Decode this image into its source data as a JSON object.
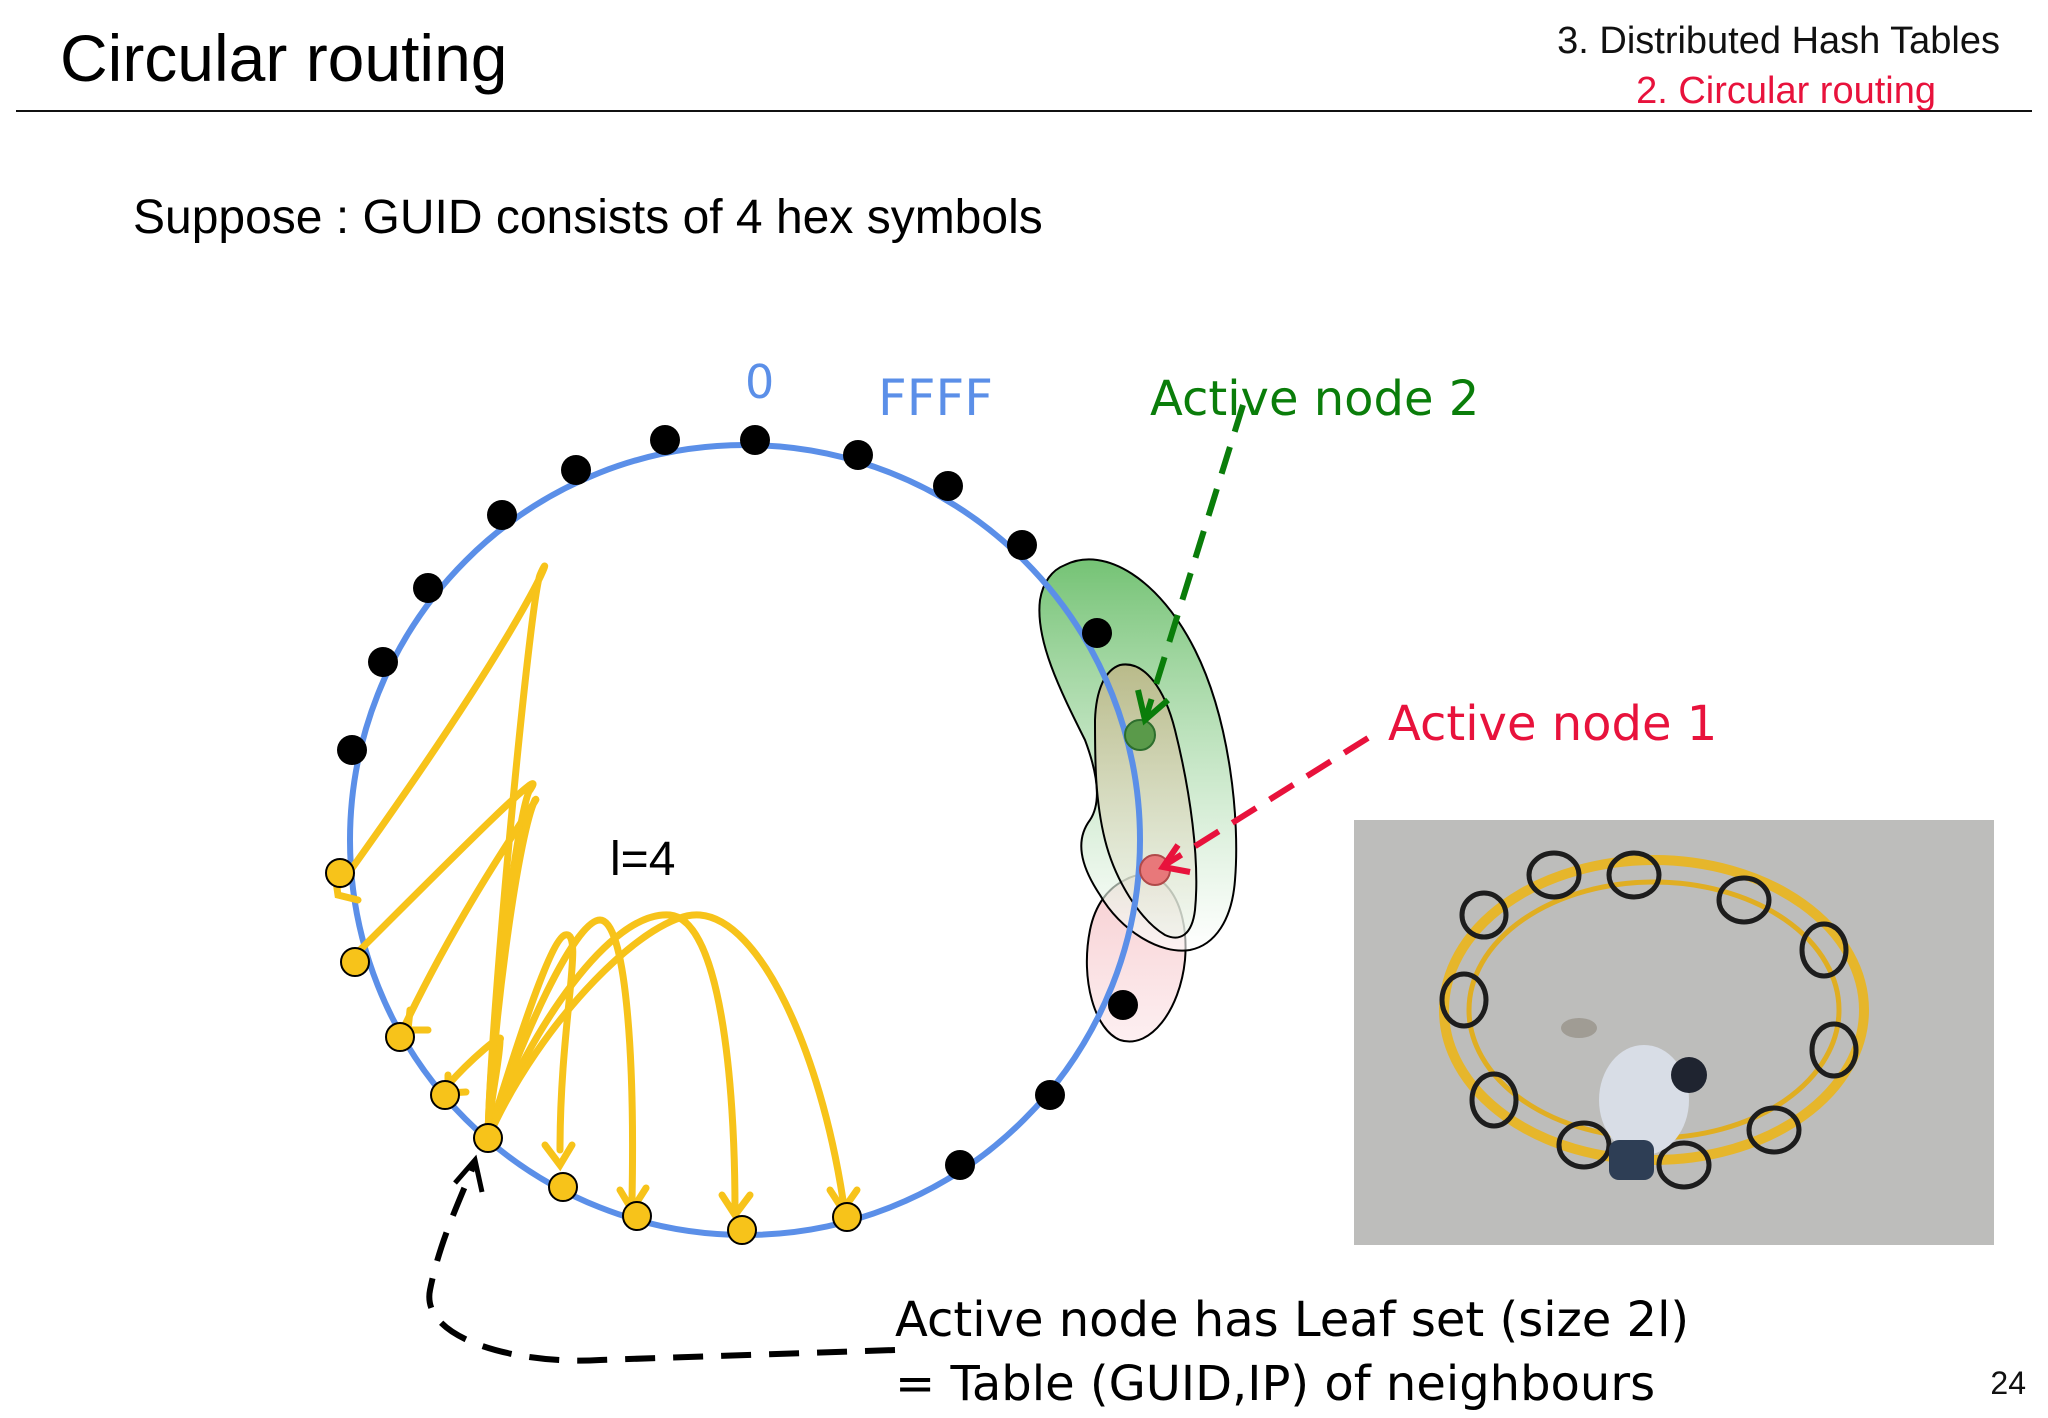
{
  "slide": {
    "title": "Circular routing",
    "section_line1": "3. Distributed Hash Tables",
    "section_line2": "2. Circular routing",
    "subtitle": "Suppose : GUID consists of 4 hex symbols",
    "page_number": "24"
  },
  "diagram": {
    "label_zero": "0",
    "label_ffff": "FFFF",
    "label_active2": "Active node 2",
    "label_active1": "Active node 1",
    "label_l": "l=4",
    "leaf_line1": "Active node has Leaf set (size 2l)",
    "leaf_line2": "= Table (GUID,IP) of neighbours"
  },
  "colors": {
    "ring": "#5b8fe8",
    "node_black": "#000000",
    "leaf_yellow": "#f7c31a",
    "arrow_yellow": "#f7c31a",
    "active2_green": "#0a7d0a",
    "active1_red": "#e8123c",
    "section_red": "#e8123c"
  },
  "photo": {
    "description_icon": "bicycle-ring-photo"
  }
}
